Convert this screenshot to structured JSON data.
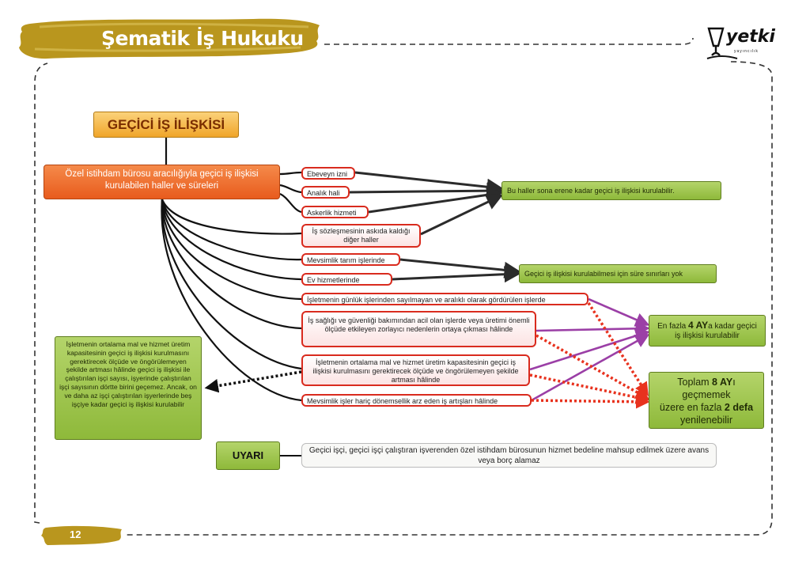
{
  "header": {
    "title": "Şematik İş Hukuku",
    "logo_text": "yetki",
    "logo_subtext": "yayıncılık"
  },
  "diagram": {
    "main_title": "GEÇİCİ İŞ İLİŞKİSİ",
    "root_text": "Özel istihdam bürosu aracılığıyla geçici iş ilişkisi kurulabilen haller ve süreleri",
    "leaves": [
      "Ebeveyn izni",
      "Analık hali",
      "Askerlik hizmeti",
      "İş sözleşmesinin askıda kaldığı diğer haller",
      "Mevsimlik tarım işlerinde",
      "Ev hizmetlerinde",
      "İşletmenin günlük işlerinden sayılmayan ve aralıklı olarak gördürülen işlerde",
      "İş sağlığı ve güvenliği bakımından acil olan işlerde veya üretimi önemli ölçüde etkileyen zorlayıcı nedenlerin ortaya çıkması hâlinde",
      "İşletmenin ortalama mal ve hizmet üretim kapasitesinin geçici iş ilişkisi kurulmasını gerektirecek ölçüde ve öngörülemeyen şekilde artması hâlinde",
      "Mevsimlik işler hariç dönemsellik arz eden iş artışları hâlinde"
    ],
    "result_1": "Bu haller sona erene kadar geçici iş ilişkisi kurulabilir.",
    "result_2": "Geçici iş ilişkisi kurulabilmesi için süre sınırları yok",
    "result_3": {
      "prefix": "En fazla ",
      "bold": "4 AY",
      "suffix": "a kadar geçici iş ilişkisi kurulabilir"
    },
    "result_4": {
      "line1_prefix": "Toplam ",
      "line1_bold": "8 AY",
      "line1_suffix": "ı",
      "line2": "geçmemek",
      "line3_prefix": "üzere en fazla ",
      "line3_bold": "2 defa",
      "line4": "yenilenebilir"
    },
    "side_note": "İşletmenin ortalama mal ve hizmet üretim kapasitesinin geçici iş ilişkisi kurulmasını gerektirecek ölçüde ve öngörülemeyen şekilde artması hâlinde geçici iş ilişkisi ile çalıştırılan işçi sayısı, işyerinde çalıştırılan işçi sayısının dörtte birini geçemez. Ancak, on ve daha az işçi çalıştırılan işyerlerinde beş işçiye kadar geçici iş ilişkisi kurulabilir",
    "warning_label": "UYARI",
    "warning_text": "Geçici işçi, geçici işçi çalıştıran işverenden özel istihdam bürosunun hizmet bedeline mahsup edilmek üzere avans veya borç alamaz"
  },
  "footer": {
    "page_number": "12"
  },
  "colors": {
    "title_box": "#f0a52a",
    "root_box": "#e85b1d",
    "leaf_border": "#d92b1e",
    "result_green": "#8eb93a",
    "purple_arrow": "#9b3fa6",
    "red_dotted": "#e8321e",
    "brush": "#b9961e"
  }
}
